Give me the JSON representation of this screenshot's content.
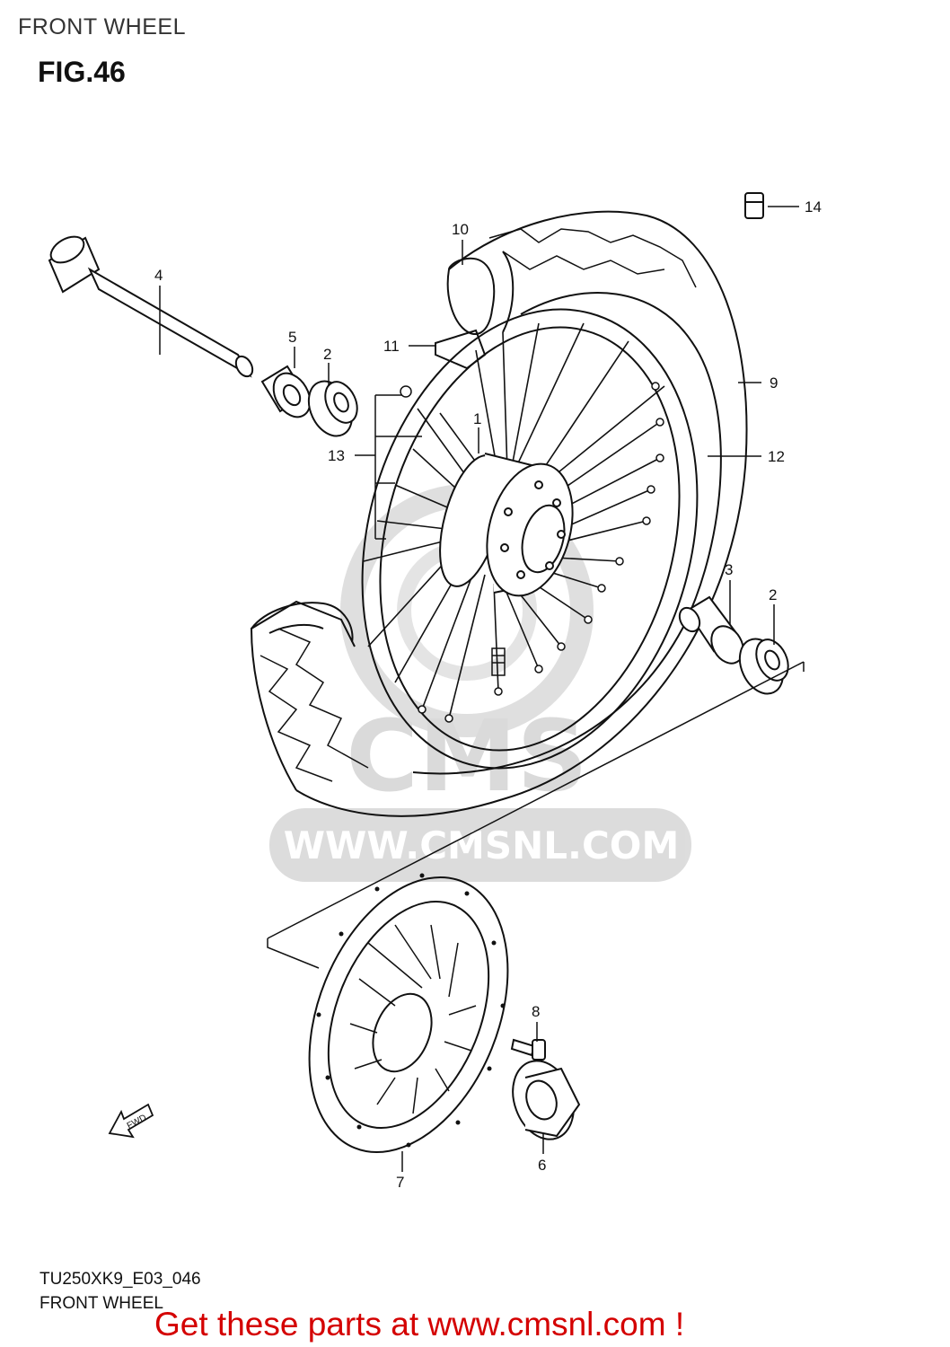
{
  "header": {
    "section_title": "FRONT WHEEL",
    "figure_label": "FIG.46"
  },
  "diagram": {
    "callouts": [
      "1",
      "2",
      "2",
      "3",
      "4",
      "5",
      "6",
      "7",
      "8",
      "9",
      "10",
      "11",
      "12",
      "13",
      "14"
    ],
    "direction_marker": "FWD",
    "watermark": {
      "logo_text": "CMS",
      "url_text": "WWW.CMSNL.COM"
    }
  },
  "footer": {
    "model_code": "TU250XK9_E03_046",
    "caption": "FRONT WHEEL",
    "promo": "Get these parts at www.cmsnl.com !"
  },
  "colors": {
    "line": "#111111",
    "watermark": "#d6d6d6",
    "promo": "#d40000"
  }
}
